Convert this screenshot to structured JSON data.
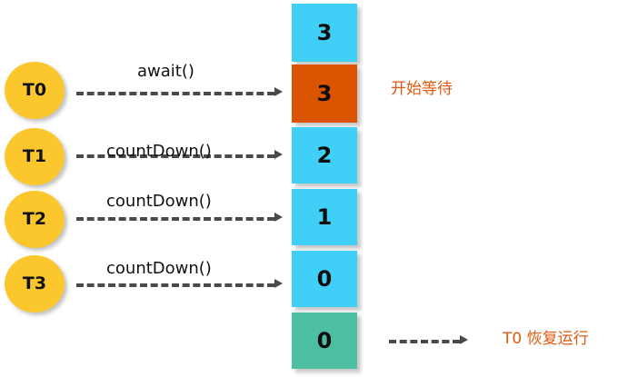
{
  "diagram": {
    "title": "CountDownLatch await and countDown sequence",
    "colors": {
      "thread_fill": "#FBC72D",
      "counter_blue": "#40D0F7",
      "counter_orange": "#DB5400",
      "counter_green": "#4CBFA1",
      "arrow": "#4A4A4A",
      "note_text": "#E05A0E",
      "value_text": "#0D0D0D"
    }
  },
  "threads": [
    {
      "id": "t0",
      "label": "T0",
      "call": "await()"
    },
    {
      "id": "t1",
      "label": "T1",
      "call": "countDown()"
    },
    {
      "id": "t2",
      "label": "T2",
      "call": "countDown()"
    },
    {
      "id": "t3",
      "label": "T3",
      "call": "countDown()"
    }
  ],
  "counters": [
    {
      "value": "3",
      "state": "initial",
      "color": "#40D0F7"
    },
    {
      "value": "3",
      "state": "waiting",
      "color": "#DB5400"
    },
    {
      "value": "2",
      "state": "counting",
      "color": "#40D0F7"
    },
    {
      "value": "1",
      "state": "counting",
      "color": "#40D0F7"
    },
    {
      "value": "0",
      "state": "counting",
      "color": "#40D0F7"
    },
    {
      "value": "0",
      "state": "released",
      "color": "#4CBFA1"
    }
  ],
  "notes": {
    "waiting": "开始等待",
    "resumed": "T0 恢复运行"
  }
}
